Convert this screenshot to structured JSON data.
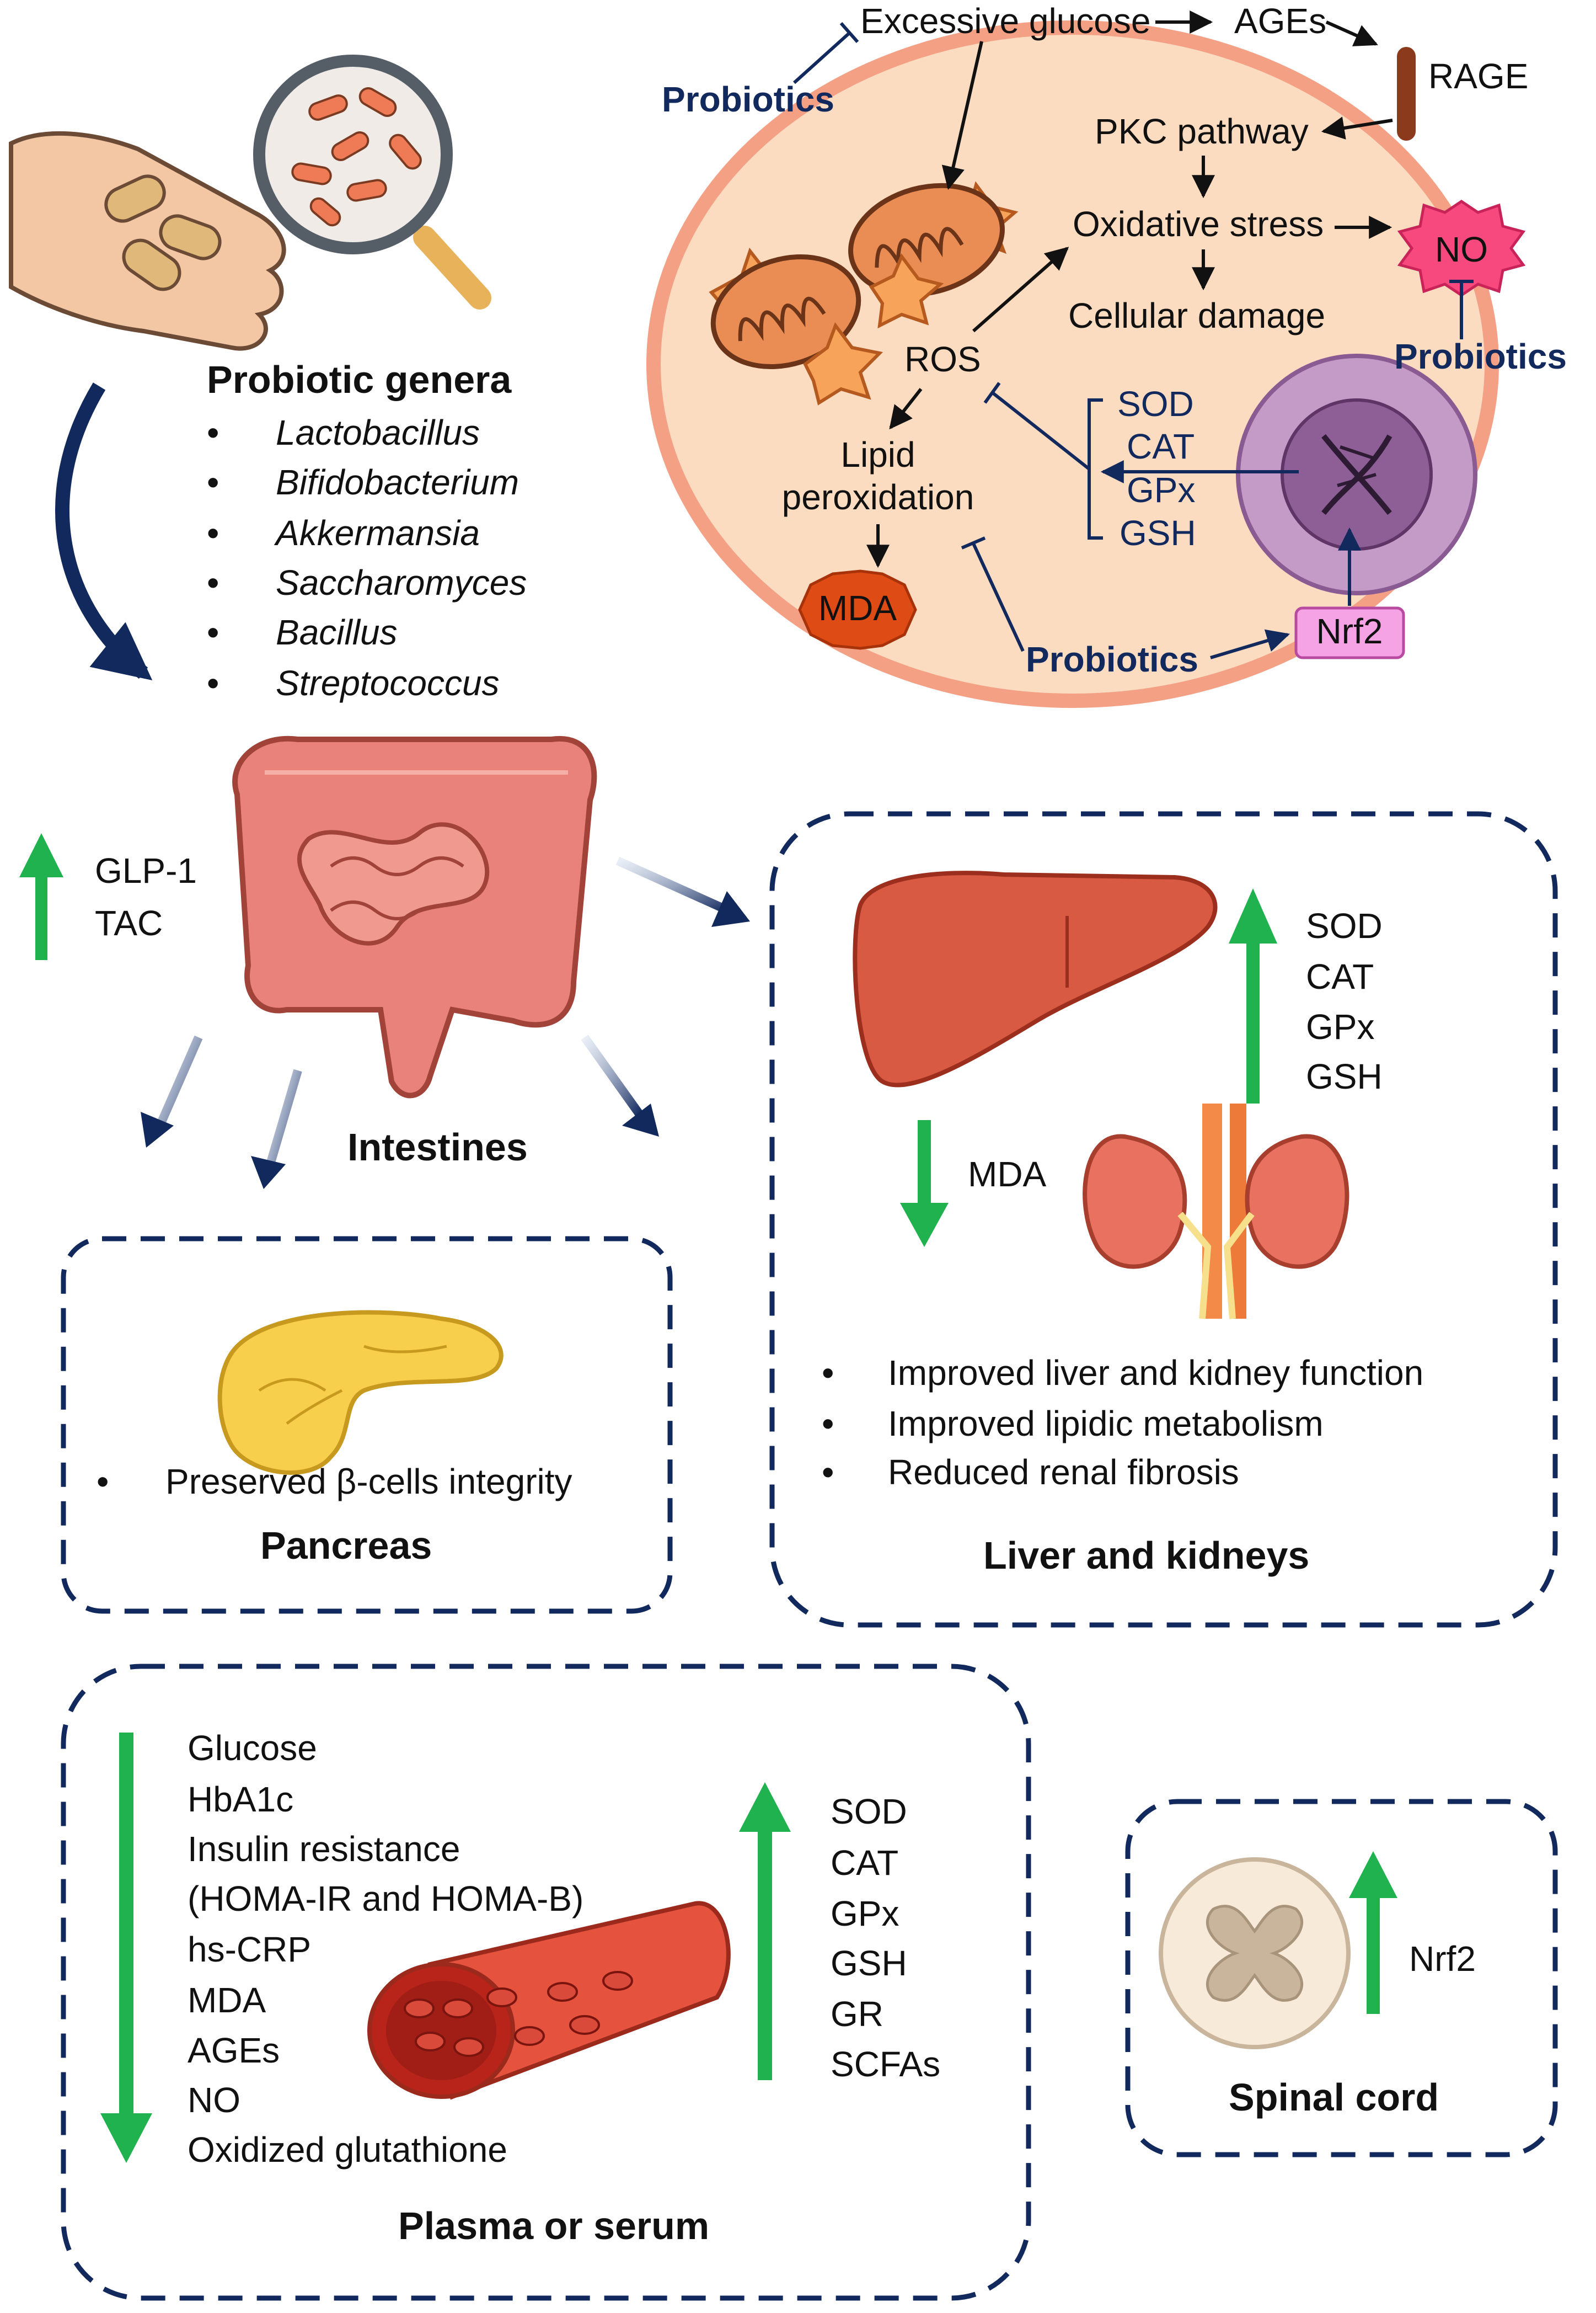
{
  "colors": {
    "navy": "#12295e",
    "green_arrow": "#1fb24e",
    "cell_fill": "#fbdcc0",
    "cell_border": "#f4a085",
    "intestine": "#e9827a",
    "liver": "#d95a43",
    "pancreas": "#f7cf4c",
    "blood_vessel": "#e5533f"
  },
  "probiotic_genera": {
    "title": "Probiotic genera",
    "bullet": "•",
    "items": [
      "Lactobacillus",
      "Bifidobacterium",
      "Akkermansia",
      "Saccharomyces",
      "Bacillus",
      "Streptococcus"
    ]
  },
  "cell_pathway": {
    "excessive_glucose": "Excessive glucose",
    "ages": "AGEs",
    "rage": "RAGE",
    "pkc_pathway": "PKC pathway",
    "oxidative_stress": "Oxidative stress",
    "cellular_damage": "Cellular damage",
    "no": "NO",
    "ros": "ROS",
    "lipid_peroxidation_1": "Lipid",
    "lipid_peroxidation_2": "peroxidation",
    "mda": "MDA",
    "antioxidants": [
      "SOD",
      "CAT",
      "GPx",
      "GSH"
    ],
    "nrf2": "Nrf2",
    "probiotics": "Probiotics"
  },
  "intestines": {
    "title": "Intestines",
    "increased": [
      "GLP-1",
      "TAC"
    ]
  },
  "pancreas": {
    "title": "Pancreas",
    "bullet": "•",
    "items": [
      "Preserved β-cells integrity"
    ]
  },
  "liver_kidneys": {
    "title": "Liver and kidneys",
    "increased": [
      "SOD",
      "CAT",
      "GPx",
      "GSH"
    ],
    "decreased": [
      "MDA"
    ],
    "bullet": "•",
    "items": [
      "Improved liver and kidney function",
      "Improved lipidic metabolism",
      "Reduced renal fibrosis"
    ]
  },
  "plasma": {
    "title": "Plasma or serum",
    "decreased": [
      "Glucose",
      "HbA1c",
      "Insulin resistance",
      "(HOMA-IR and HOMA-B)",
      "hs-CRP",
      "MDA",
      "AGEs",
      "NO",
      "Oxidized glutathione"
    ],
    "increased": [
      "SOD",
      "CAT",
      "GPx",
      "GSH",
      "GR",
      "SCFAs"
    ]
  },
  "spinal_cord": {
    "title": "Spinal cord",
    "increased": [
      "Nrf2"
    ]
  }
}
